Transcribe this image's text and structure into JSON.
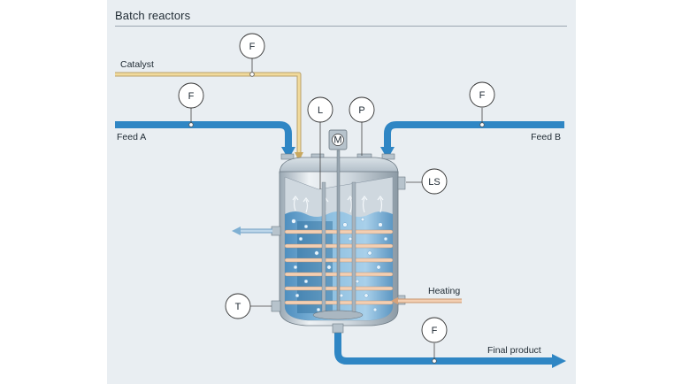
{
  "title": "Batch reactors",
  "labels": {
    "catalyst": "Catalyst",
    "feed_a": "Feed A",
    "feed_b": "Feed B",
    "heating": "Heating",
    "final_product": "Final product"
  },
  "instruments": {
    "flow_catalyst": "F",
    "flow_feed_a": "F",
    "flow_feed_b": "F",
    "level": "L",
    "pressure": "P",
    "level_switch": "LS",
    "temperature": "T",
    "flow_product": "F"
  },
  "motor": "M",
  "colors": {
    "background": "#e9eef2",
    "pipe_blue": "#2f86c4",
    "catalyst_pipe": "#efd38f",
    "heating_pipe": "#f1c3a3",
    "vessel_steel": "#c9d3da"
  }
}
